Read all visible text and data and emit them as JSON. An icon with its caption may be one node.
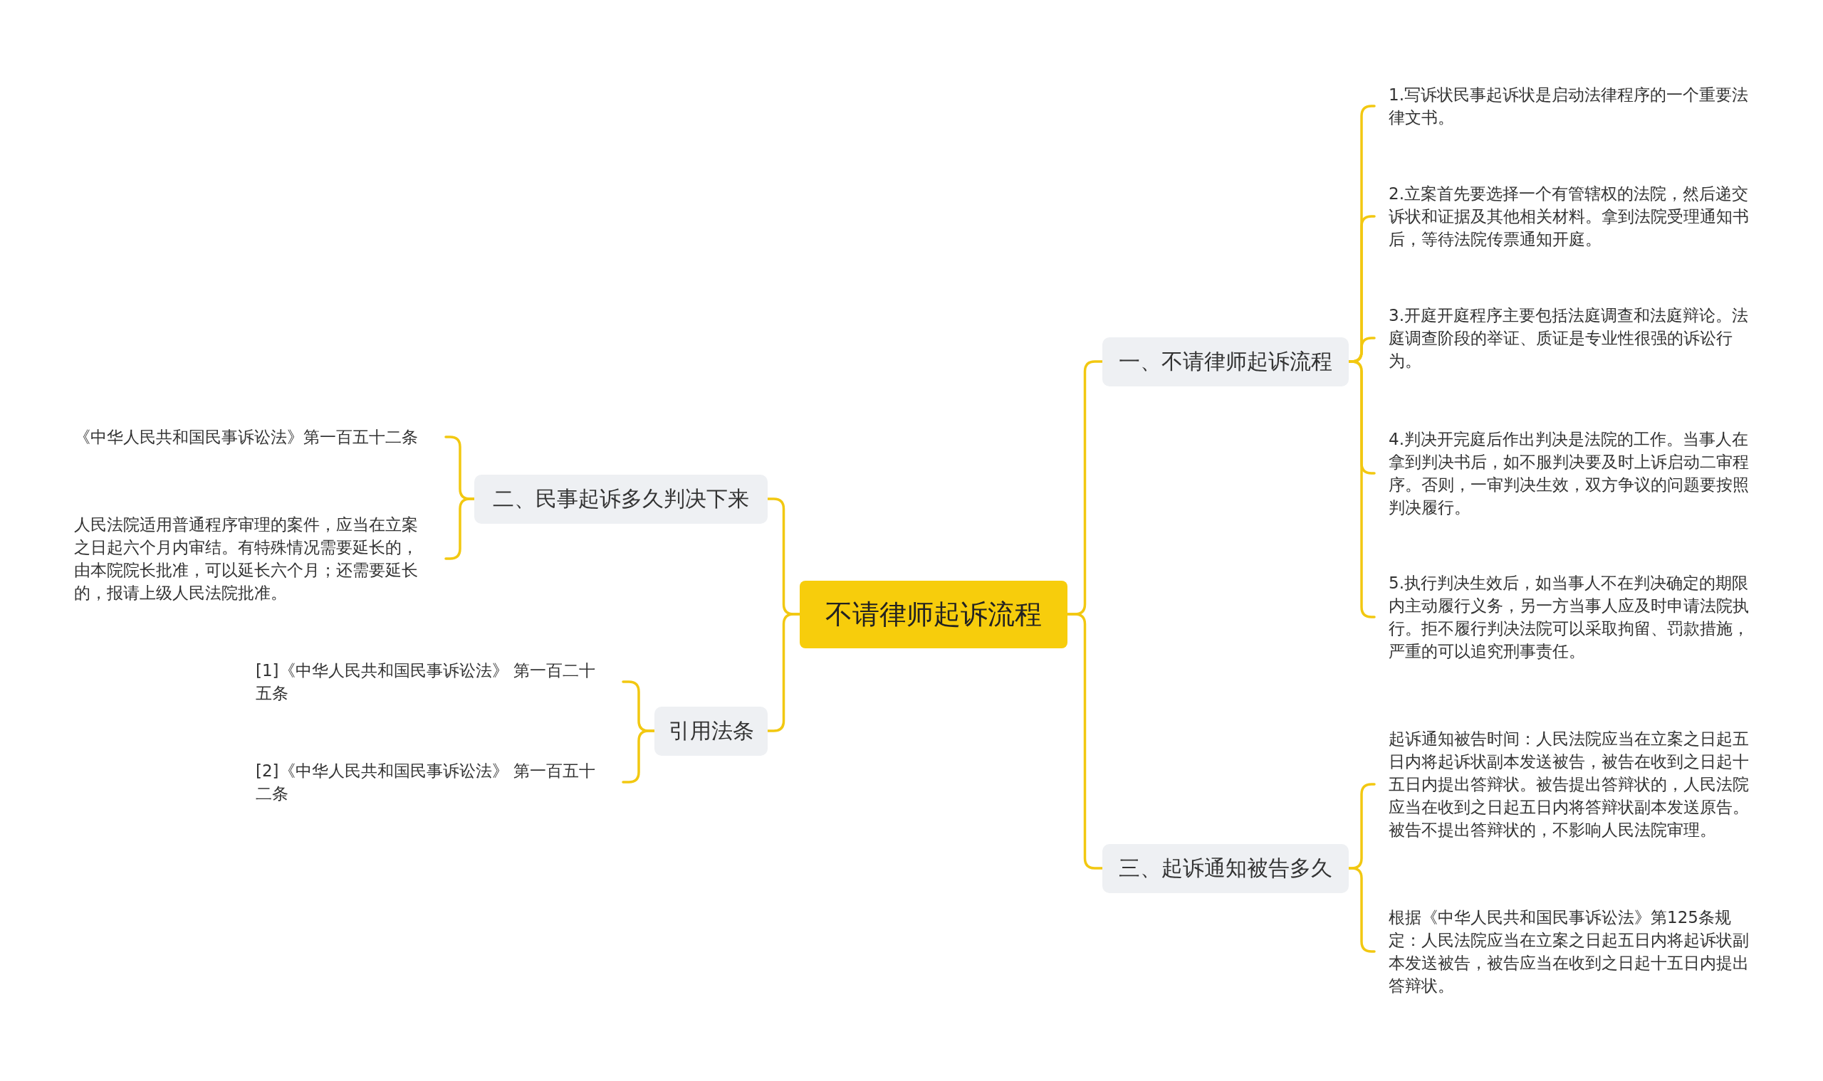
{
  "diagram": {
    "nodes": [
      {
        "text": [
          "不请律师起诉流程"
        ]
      },
      {
        "text": [
          "一、不请律师起诉流程"
        ]
      },
      {
        "text": [
          "1.写诉状民事起诉状是启动法律程序的一个重要法律文书。"
        ]
      },
      {
        "text": [
          "2.立案首先要选择一个有管辖权的法院，然后递交诉状和证据及其他相关材料。拿到法院受理通知书后，等待法院传票通知开庭。"
        ]
      },
      {
        "text": [
          "3.开庭开庭程序主要包括法庭调查和法庭辩论。法庭调查阶段的举证、质证是专业性很强的诉讼行为。"
        ]
      },
      {
        "text": [
          "4.判决开完庭后作出判决是法院的工作。当事人在拿到判决书后，如不服判决要及时上诉启动二审程序。否则，一审判决生效，双方争议的问题要按照判决履行。"
        ]
      },
      {
        "text": [
          "5.执行判决生效后，如当事人不在判决确定的期限内主动履行义务，另一方当事人应及时申请法院执行。拒不履行判决法院可以采取拘留、罚款措施，严重的可以追究刑事责任。"
        ]
      },
      {
        "text": [
          "三、起诉通知被告多久"
        ]
      },
      {
        "text": [
          "起诉通知被告时间：人民法院应当在立案之日起五日内将起诉状副本发送被告，被告在收到之日起十五日内提出答辩状。被告提出答辩状的，人民法院应当在收到之日起五日内将答辩状副本发送原告。被告不提出答辩状的，不影响人民法院审理。"
        ]
      },
      {
        "text": [
          "根据《中华人民共和国民事诉讼法》第125条规定：人民法院应当在立案之日起五日内将起诉状副本发送被告，被告应当在收到之日起十五日内提出答辩状。"
        ]
      },
      {
        "text": [
          "二、民事起诉多久判决下来"
        ]
      },
      {
        "text": [
          "《中华人民共和国民事诉讼法》第一百五十二条"
        ]
      },
      {
        "text": [
          "人民法院适用普通程序审理的案件，应当在立案之日起六个月内审结。有特殊情况需要延长的，由本院院长批准，可以延长六个月；还需要延长的，报请上级人民法院批准。"
        ]
      },
      {
        "text": [
          "引用法条"
        ]
      },
      {
        "text": [
          "[1]《中华人民共和国民事诉讼法》 第一百二十五条"
        ]
      },
      {
        "text": [
          "[2]《中华人民共和国民事诉讼法》 第一百五十二条"
        ]
      }
    ],
    "edges": [
      {
        "from": 0,
        "to": 1,
        "arrow": "none"
      },
      {
        "from": 1,
        "to": 2,
        "arrow": "none"
      },
      {
        "from": 1,
        "to": 3,
        "arrow": "none"
      },
      {
        "from": 1,
        "to": 4,
        "arrow": "none"
      },
      {
        "from": 1,
        "to": 5,
        "arrow": "none"
      },
      {
        "from": 1,
        "to": 6,
        "arrow": "none"
      },
      {
        "from": 0,
        "to": 7,
        "arrow": "none"
      },
      {
        "from": 7,
        "to": 8,
        "arrow": "none"
      },
      {
        "from": 7,
        "to": 9,
        "arrow": "none"
      },
      {
        "from": 0,
        "to": 10,
        "arrow": "none"
      },
      {
        "from": 10,
        "to": 11,
        "arrow": "none"
      },
      {
        "from": 10,
        "to": 12,
        "arrow": "none"
      },
      {
        "from": 0,
        "to": 13,
        "arrow": "none"
      },
      {
        "from": 13,
        "to": 14,
        "arrow": "none"
      },
      {
        "from": 13,
        "to": 15,
        "arrow": "none"
      }
    ]
  }
}
